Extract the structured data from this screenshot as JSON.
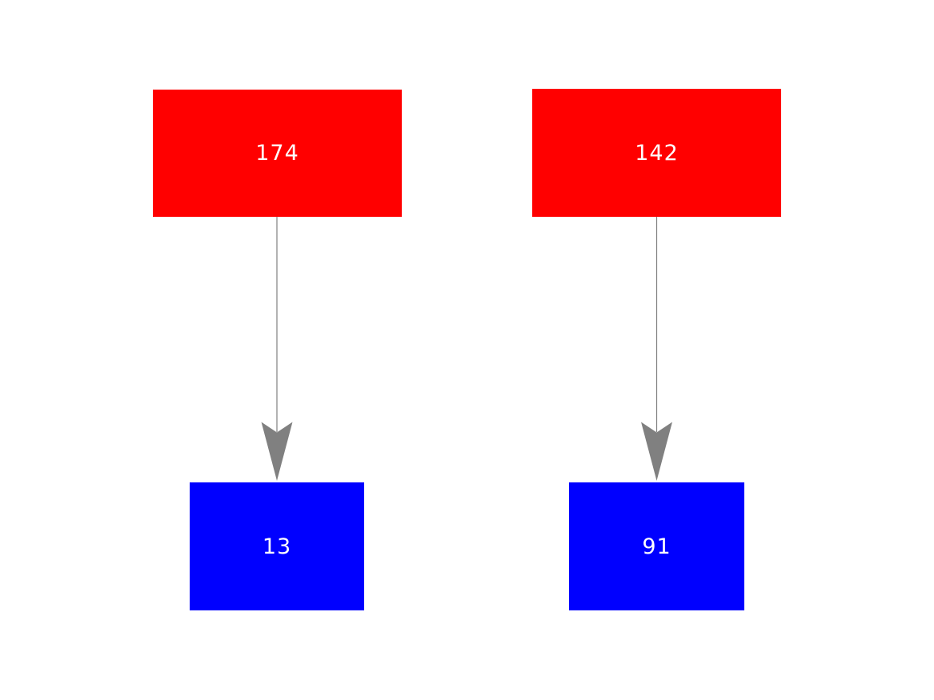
{
  "diagram": {
    "background_color": "#ffffff",
    "node_text_color": "#ffffff",
    "edge_color": "#808080",
    "node_colors": {
      "source": "#ff0000",
      "target": "#0000ff"
    },
    "nodes": [
      {
        "id": "source-left",
        "label": "174",
        "color": "#ff0000"
      },
      {
        "id": "source-right",
        "label": "142",
        "color": "#ff0000"
      },
      {
        "id": "target-left",
        "label": "13",
        "color": "#0000ff"
      },
      {
        "id": "target-right",
        "label": "91",
        "color": "#0000ff"
      }
    ],
    "edges": [
      {
        "from": "174",
        "to": "13",
        "style": "down-arrow"
      },
      {
        "from": "142",
        "to": "91",
        "style": "down-arrow"
      }
    ]
  }
}
